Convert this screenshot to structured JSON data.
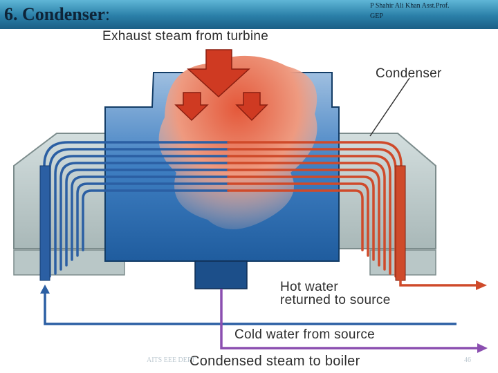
{
  "slide": {
    "title": "6. Condenser",
    "title_colon": ":",
    "author_line1": "P Shahir Ali Khan   Asst.Prof.",
    "author_line2": "GEP",
    "footer_left": "AITS EEE DEPT",
    "page_number": "46"
  },
  "diagram": {
    "labels": {
      "exhaust": "Exhaust steam from turbine",
      "condenser": "Condenser",
      "hot_water_1": "Hot water",
      "hot_water_2": "returned to source",
      "cold_water": "Cold water from source",
      "condensed": "Condensed steam to boiler"
    },
    "colors": {
      "header": "#2a7fa8",
      "shell": "#b9c7c7",
      "vessel": "#2e6fb3",
      "steam": "#e06a45",
      "cold_pipe": "#2b5fa3",
      "hot_pipe": "#cf4a2a",
      "condensate_pipe": "#8b4fb0"
    }
  }
}
